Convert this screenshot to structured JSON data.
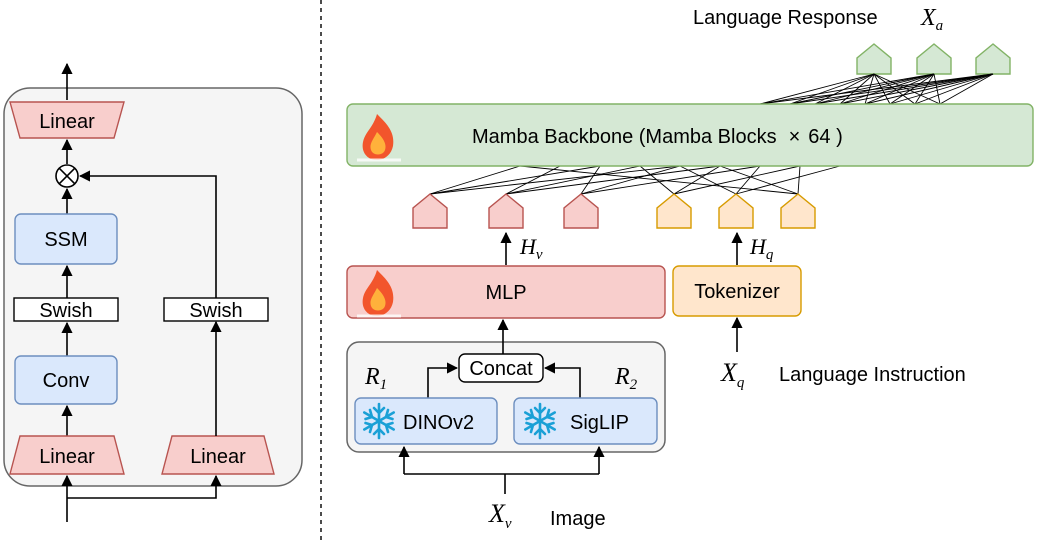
{
  "left_block": {
    "linear_top": "Linear",
    "ssm": "SSM",
    "swish_left": "Swish",
    "swish_right": "Swish",
    "conv": "Conv",
    "linear_bottom_left": "Linear",
    "linear_bottom_right": "Linear"
  },
  "right_block": {
    "language_response": "Language Response",
    "response_var": {
      "base": "X",
      "sub": "a"
    },
    "backbone_label": "Mamba Backbone (Mamba Blocks",
    "backbone_times": "×",
    "backbone_count": "64 )",
    "mlp": "MLP",
    "tokenizer": "Tokenizer",
    "h_v": {
      "base": "H",
      "sub": "v"
    },
    "h_q": {
      "base": "H",
      "sub": "q"
    },
    "concat": "Concat",
    "r1": {
      "base": "R",
      "sub": "1"
    },
    "r2": {
      "base": "R",
      "sub": "2"
    },
    "dinov2": "DINOv2",
    "siglip": "SigLIP",
    "x_v": {
      "base": "X",
      "sub": "v"
    },
    "image_label": "Image",
    "x_q": {
      "base": "X",
      "sub": "q"
    },
    "language_instruction": "Language Instruction"
  },
  "colors": {
    "pink_fill": "#f8cecc",
    "pink_stroke": "#b85450",
    "blue_fill": "#dae8fc",
    "blue_stroke": "#6c8ebf",
    "green_fill": "#d5e8d4",
    "green_stroke": "#82b366",
    "orange_fill": "#ffe6cc",
    "orange_stroke": "#d79b00",
    "panel_fill": "#f5f5f5",
    "panel_stroke": "#666666"
  },
  "icons": [
    "flame-icon",
    "snowflake-icon",
    "multiply-circle-icon"
  ]
}
